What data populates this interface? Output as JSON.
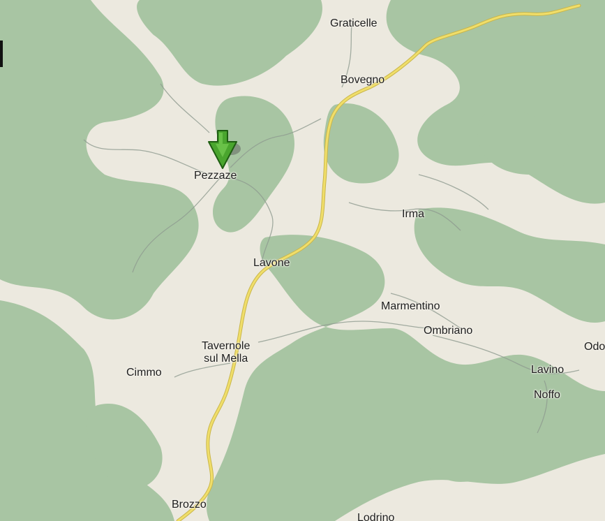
{
  "map": {
    "colors": {
      "land": "#ece9df",
      "forest": "#a8c5a3",
      "road_major": "#f0de6a",
      "road_major_casing": "#c9b64a",
      "road_minor": "#8f9b90",
      "marker": "#4aa52e"
    },
    "marker": {
      "icon": "green-arrow-marker-icon",
      "place": "Pezzaze"
    },
    "places": {
      "graticelle": "Graticelle",
      "bovegno": "Bovegno",
      "pezzaze": "Pezzaze",
      "irma": "Irma",
      "lavone": "Lavone",
      "marmentino": "Marmentino",
      "ombriano": "Ombriano",
      "tavernole_line1": "Tavernole",
      "tavernole_line2": "sul Mella",
      "cimmo": "Cimmo",
      "lavino": "Lavino",
      "noffo": "Noffo",
      "odo": "Odo",
      "brozzo": "Brozzo",
      "lodrino": "Lodrino"
    }
  }
}
